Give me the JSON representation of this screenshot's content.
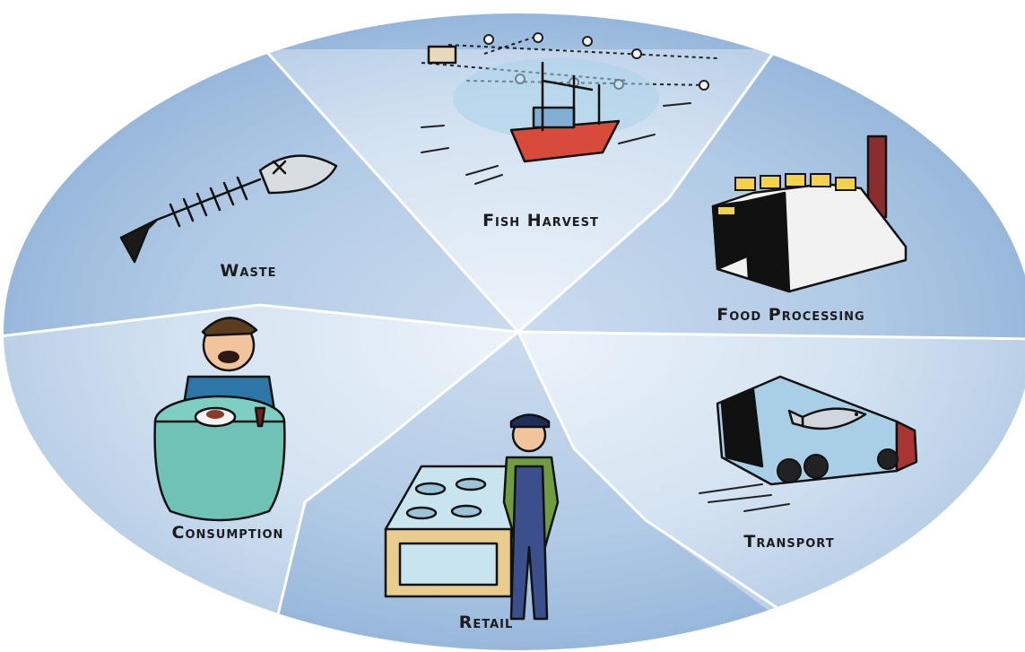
{
  "diagram": {
    "segments": [
      {
        "id": "fish-harvest",
        "label": "Fish Harvest",
        "icon": "fishing-boat-icon"
      },
      {
        "id": "food-processing",
        "label": "Food Processing",
        "icon": "factory-icon"
      },
      {
        "id": "transport",
        "label": "Transport",
        "icon": "truck-icon"
      },
      {
        "id": "retail",
        "label": "Retail",
        "icon": "fishmonger-icon"
      },
      {
        "id": "consumption",
        "label": "Consumption",
        "icon": "diner-icon"
      },
      {
        "id": "waste",
        "label": "Waste",
        "icon": "fish-skeleton-icon"
      }
    ],
    "colors": {
      "sector_dark": "#7ea6d2",
      "sector_light": "#e4eef8",
      "divider": "#ffffff",
      "label": "#1c1c1c"
    }
  }
}
